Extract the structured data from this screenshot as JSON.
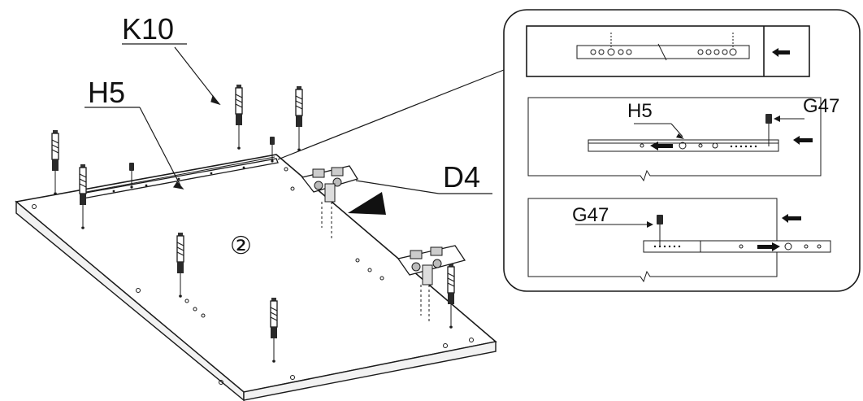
{
  "labels": {
    "k10": "K10",
    "h5_main": "H5",
    "d4": "D4",
    "step": "②",
    "h5_detail": "H5",
    "g47_top": "G47",
    "g47_bottom": "G47"
  },
  "colors": {
    "stroke": "#1a1a1a",
    "panel_top": "#ffffff",
    "panel_side": "#f2f2f2",
    "callout_bg": "#ffffff"
  },
  "icons": [
    "screw-icon",
    "bolt-icon",
    "arrow-left-icon",
    "arrow-right-icon",
    "insert-triangle-icon"
  ]
}
